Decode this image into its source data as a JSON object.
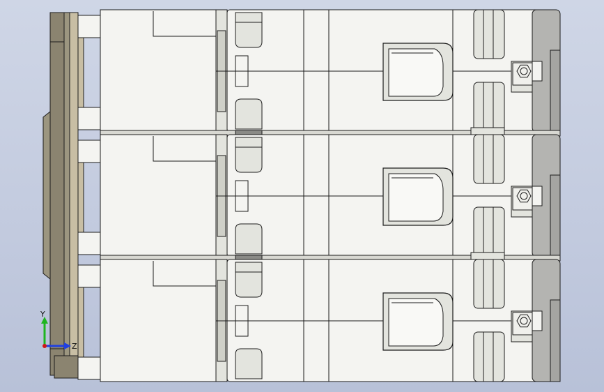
{
  "viewport": {
    "background_top": "#cfd6e6",
    "background_bottom": "#b8c1d8"
  },
  "model": {
    "name": "three-pole-circuit-breaker-assembly",
    "pole_count": 3,
    "colors": {
      "body": "#f4f4f1",
      "edge": "#1c1c1c",
      "side_plate_dark": "#8b8470",
      "side_plate_mid": "#9c9680",
      "side_plate_light": "#c8bea4",
      "end_cap": "#b4b4b1",
      "recess": "#e3e4de",
      "hex_screw": "#f0f0ec"
    }
  },
  "triad": {
    "y_label": "Y",
    "z_label": "Z",
    "y_color": "#1fb51f",
    "z_color": "#2040e0",
    "x_color": "#d01818",
    "icon": "coordinate-triad-icon"
  }
}
